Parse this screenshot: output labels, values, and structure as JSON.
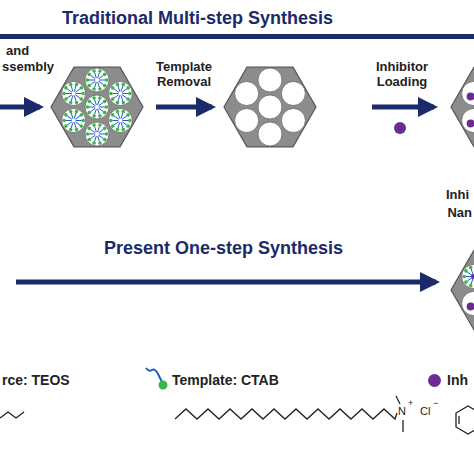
{
  "diagram": {
    "labels": [
      "Traditional Multi-step Synthesis",
      "and",
      "ssembly",
      "Template Removal",
      "Inhibitor Loading",
      "Inhi",
      "Nan",
      "Present One-step Synthesis",
      "N",
      "+",
      "Cl",
      "−"
    ],
    "legend": [
      {
        "text": "rce: TEOS"
      },
      {
        "text": "Template: CTAB"
      },
      {
        "text": "Inh",
        "color": "#6b2c91"
      }
    ]
  }
}
